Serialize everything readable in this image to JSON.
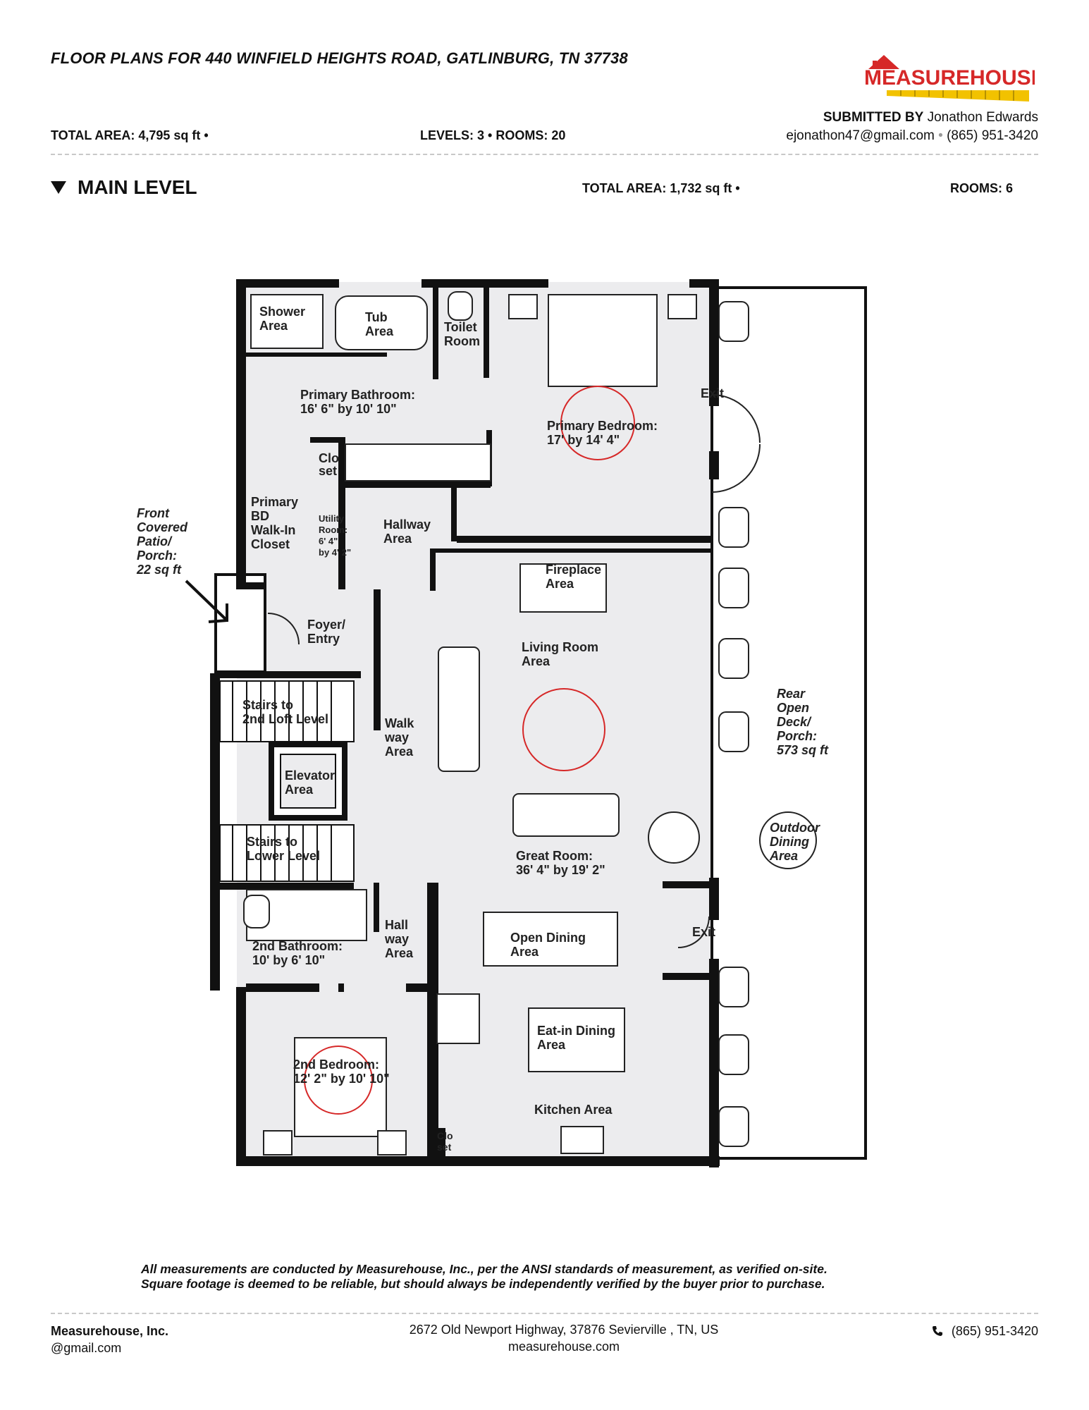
{
  "header": {
    "title": "FLOOR PLANS FOR 440 WINFIELD HEIGHTS ROAD, GATLINBURG, TN 37738",
    "total_area": "TOTAL AREA: 4,795 sq ft •",
    "levels_rooms": "LEVELS:  3 • ROOMS: 20",
    "submitted_by_label": "SUBMITTED BY",
    "submitted_by_name": "Jonathon Edwards",
    "email": "ejonathon47@gmail.com",
    "phone": "(865) 951-3420"
  },
  "logo": {
    "text": "MEASUREHOUSE"
  },
  "level": {
    "name": "MAIN LEVEL",
    "total_area": "TOTAL AREA: 1,732 sq ft •",
    "rooms": "ROOMS: 6"
  },
  "plan": {
    "shower": [
      "Shower",
      "Area"
    ],
    "tub": [
      "Tub",
      "Area"
    ],
    "toilet_room": [
      "Toilet",
      "Room"
    ],
    "primary_bath": [
      "Primary Bathroom:",
      "16' 6\" by 10' 10\""
    ],
    "primary_bedroom": [
      "Primary Bedroom:",
      "17' by 14' 4\""
    ],
    "exit_top": "Exit",
    "closet_top": [
      "Clo",
      "set"
    ],
    "walkin": [
      "Primary",
      "BD",
      "Walk-In",
      "Closet"
    ],
    "utility": [
      "Utility",
      "Room:",
      "6' 4\"",
      "by 4' 2\""
    ],
    "hallway": [
      "Hallway",
      "Area"
    ],
    "fireplace": [
      "Fireplace",
      "Area"
    ],
    "front_patio": [
      "Front",
      "Covered",
      "Patio/",
      "Porch:",
      "22 sq ft"
    ],
    "foyer": [
      "Foyer/",
      "Entry"
    ],
    "living": [
      "Living Room",
      "Area"
    ],
    "stairs_up": [
      "Stairs to",
      "2nd Loft Level"
    ],
    "walkway": [
      "Walk",
      "way",
      "Area"
    ],
    "elevator": [
      "Elevator",
      "Area"
    ],
    "rear_deck": [
      "Rear",
      "Open",
      "Deck/",
      "Porch:",
      "573 sq ft"
    ],
    "outdoor_dining": [
      "Outdoor",
      "Dining",
      "Area"
    ],
    "stairs_down": [
      "Stairs to",
      "Lower Level"
    ],
    "great_room": [
      "Great Room:",
      "36' 4\" by 19' 2\""
    ],
    "hall2": [
      "Hall",
      "way",
      "Area"
    ],
    "bath2": [
      "2nd Bathroom:",
      "10' by 6' 10\""
    ],
    "open_dining": [
      "Open Dining",
      "Area"
    ],
    "exit_bottom": "Exit",
    "eatin": [
      "Eat-in Dining",
      "Area"
    ],
    "bedroom2": [
      "2nd Bedroom:",
      "12' 2\" by 10' 10\""
    ],
    "kitchen": "Kitchen Area",
    "closet_bottom": [
      "Clo",
      "set"
    ]
  },
  "disclaimer": [
    "All measurements are conducted by Measurehouse, Inc., per the ANSI standards of measurement, as verified on-site.",
    "Square footage is deemed to be reliable, but should always be independently verified by the buyer prior to purchase."
  ],
  "footer": {
    "company": "Measurehouse, Inc.",
    "company_email": "@gmail.com",
    "address": "2672 Old Newport Highway, 37876 Sevierville , TN, US",
    "website": "measurehouse.com",
    "phone": "(865) 951-3420"
  },
  "colors": {
    "floor": "#ececee",
    "wall": "#111111",
    "accent": "#d62828",
    "ruler": "#f2c200"
  }
}
